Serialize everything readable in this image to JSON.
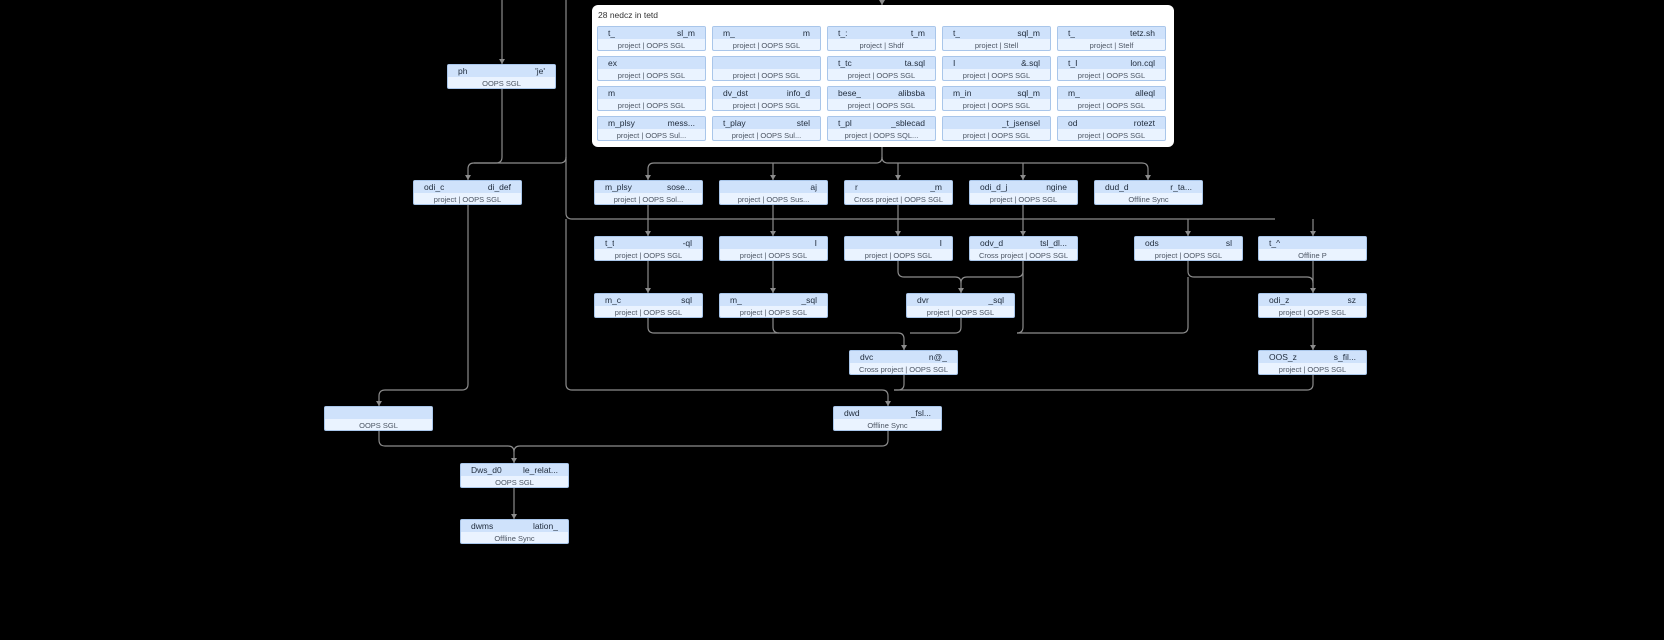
{
  "group": {
    "title": "28 nedcz in tetd"
  },
  "group_nodes": [
    {
      "id": "g1",
      "left": "t_",
      "right": "sl_m",
      "sub": "project | OOPS SGL"
    },
    {
      "id": "g2",
      "left": "m_",
      "right": "m",
      "sub": "project | OOPS SGL"
    },
    {
      "id": "g3",
      "left": "t_:",
      "right": "t_m",
      "sub": "project | Shdf"
    },
    {
      "id": "g4",
      "left": "t_",
      "right": "sql_m",
      "sub": "project | Stell"
    },
    {
      "id": "g5",
      "left": "t_",
      "right": "tetz.sh",
      "sub": "project | Stelf"
    },
    {
      "id": "g6",
      "left": "ex",
      "right": "",
      "sub": "project | OOPS SGL"
    },
    {
      "id": "g7",
      "left": "",
      "right": "",
      "sub": "project | OOPS SGL"
    },
    {
      "id": "g8",
      "left": "t_tc",
      "right": "ta.sql",
      "sub": "project | OOPS SGL"
    },
    {
      "id": "g9",
      "left": "I",
      "right": "&.sql",
      "sub": "project | OOPS SGL"
    },
    {
      "id": "g10",
      "left": "t_I",
      "right": "lon.cql",
      "sub": "project | OOPS SGL"
    },
    {
      "id": "g11",
      "left": "m",
      "right": "",
      "sub": "project | OOPS SGL"
    },
    {
      "id": "g12",
      "left": "dv_dst",
      "right": "info_d",
      "sub": "project | OOPS SGL"
    },
    {
      "id": "g13",
      "left": "bese_",
      "right": "alibsba",
      "sub": "project | OOPS SGL"
    },
    {
      "id": "g14",
      "left": "m_in",
      "right": "sql_m",
      "sub": "project | OOPS SGL"
    },
    {
      "id": "g15",
      "left": "m_",
      "right": "alleql",
      "sub": "project | OOPS SGL"
    },
    {
      "id": "g16",
      "left": "m_plsy",
      "right": "mess...",
      "sub": "project | OOPS Sul..."
    },
    {
      "id": "g17",
      "left": "t_play",
      "right": "stel",
      "sub": "project | OOPS Sul..."
    },
    {
      "id": "g18",
      "left": "t_pl",
      "right": "_sblecad",
      "sub": "project | OOPS SQL..."
    },
    {
      "id": "g19",
      "left": "",
      "right": "_t_jsensel",
      "sub": "project | OOPS SGL"
    },
    {
      "id": "g20",
      "left": "od",
      "right": "rotezt",
      "sub": "project | OOPS SGL"
    }
  ],
  "nodes": [
    {
      "id": "n_ph",
      "left": "ph",
      "right": "'je'",
      "sub": "OOPS SGL"
    },
    {
      "id": "n_odi",
      "left": "odi_c",
      "right": "di_def",
      "sub": "project | OOPS SGL"
    },
    {
      "id": "r1",
      "left": "m_plsy",
      "right": "sose...",
      "sub": "project | OOPS Sol..."
    },
    {
      "id": "r2",
      "left": "",
      "right": "aj",
      "sub": "project | OOPS Sus..."
    },
    {
      "id": "r3",
      "left": "r",
      "right": "_m",
      "sub": "Cross project | OOPS SGL"
    },
    {
      "id": "r4",
      "left": "odi_d_j",
      "right": "ngine",
      "sub": "project | OOPS SGL"
    },
    {
      "id": "r5",
      "left": "dud_d",
      "right": "r_ta...",
      "sub": "Offline Sync"
    },
    {
      "id": "s1",
      "left": "t_t",
      "right": "-ql",
      "sub": "project | OOPS SGL"
    },
    {
      "id": "s2",
      "left": "",
      "right": "I",
      "sub": "project | OOPS SGL"
    },
    {
      "id": "s3",
      "left": "",
      "right": "I",
      "sub": "project | OOPS SGL"
    },
    {
      "id": "s4",
      "left": "odv_d",
      "right": "tsl_dl...",
      "sub": "Cross project | OOPS SGL"
    },
    {
      "id": "s5",
      "left": "ods",
      "right": "sl",
      "sub": "project | OOPS SGL"
    },
    {
      "id": "s6",
      "left": "t_^",
      "right": "",
      "sub": "Offline P"
    },
    {
      "id": "u1",
      "left": "m_c",
      "right": "sql",
      "sub": "project | OOPS SGL"
    },
    {
      "id": "u2",
      "left": "m_",
      "right": "_sql",
      "sub": "project | OOPS SGL"
    },
    {
      "id": "u3",
      "left": "dvr",
      "right": "_sql",
      "sub": "project | OOPS SGL"
    },
    {
      "id": "u4",
      "left": "odi_z",
      "right": "sz",
      "sub": "project | OOPS SGL"
    },
    {
      "id": "v1",
      "left": "dvc",
      "right": "n@_",
      "sub": "Cross project | OOPS SGL"
    },
    {
      "id": "v2",
      "left": "OOS_z",
      "right": "s_fil...",
      "sub": "project | OOPS SGL"
    },
    {
      "id": "w1",
      "left": "",
      "right": "",
      "sub": "OOPS SGL"
    },
    {
      "id": "w2",
      "left": "dwd",
      "right": "_fsl...",
      "sub": "Offline Sync"
    },
    {
      "id": "x1",
      "left": "Dws_d0",
      "right": "le_relat...",
      "sub": "OOPS SGL"
    },
    {
      "id": "y1",
      "left": "dwms",
      "right": "lation_",
      "sub": "Offline Sync"
    }
  ]
}
